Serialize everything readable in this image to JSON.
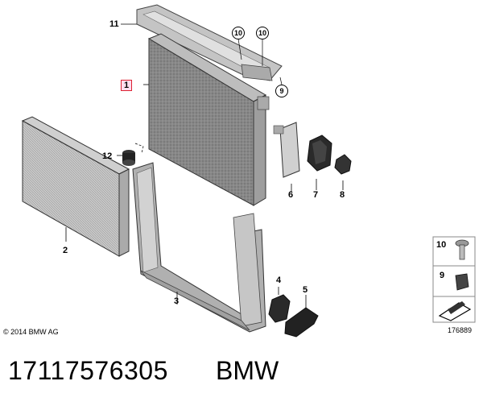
{
  "callouts": {
    "c1": "1",
    "c2": "2",
    "c3": "3",
    "c4": "4",
    "c5": "5",
    "c6": "6",
    "c7": "7",
    "c8": "8",
    "c9": "9",
    "c10a": "10",
    "c10b": "10",
    "c11": "11",
    "c12": "12"
  },
  "legend": {
    "item_10": "10",
    "item_9": "9"
  },
  "footer": {
    "copyright": "© 2014 BMW AG",
    "diagram_id": "176889",
    "part_number": "17117576305",
    "brand": "BMW"
  },
  "colors": {
    "part_fill": "#b8b8b8",
    "part_dark": "#555555",
    "core_fill": "#8a8a8a",
    "highlight_box": "#dd2233"
  }
}
